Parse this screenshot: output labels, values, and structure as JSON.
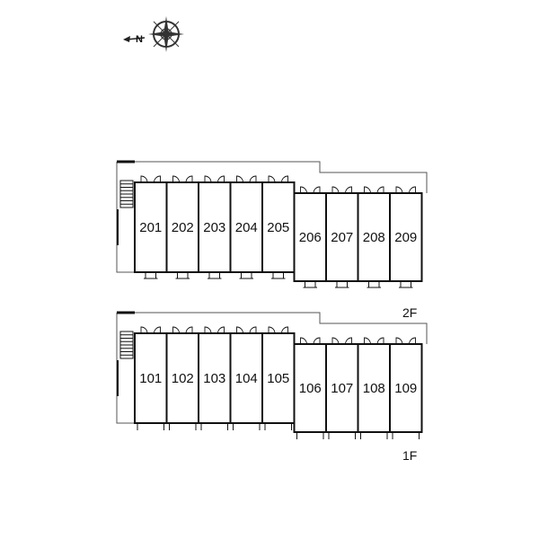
{
  "compass": {
    "label": "N",
    "icon": "compass-rose-icon"
  },
  "floors": [
    {
      "id": "2F",
      "label": "2F",
      "units": [
        "201",
        "202",
        "203",
        "204",
        "205",
        "206",
        "207",
        "208",
        "209"
      ]
    },
    {
      "id": "1F",
      "label": "1F",
      "units": [
        "101",
        "102",
        "103",
        "104",
        "105",
        "106",
        "107",
        "108",
        "109"
      ]
    }
  ],
  "colors": {
    "line": "#111111",
    "thin": "#555555",
    "background": "#ffffff"
  }
}
